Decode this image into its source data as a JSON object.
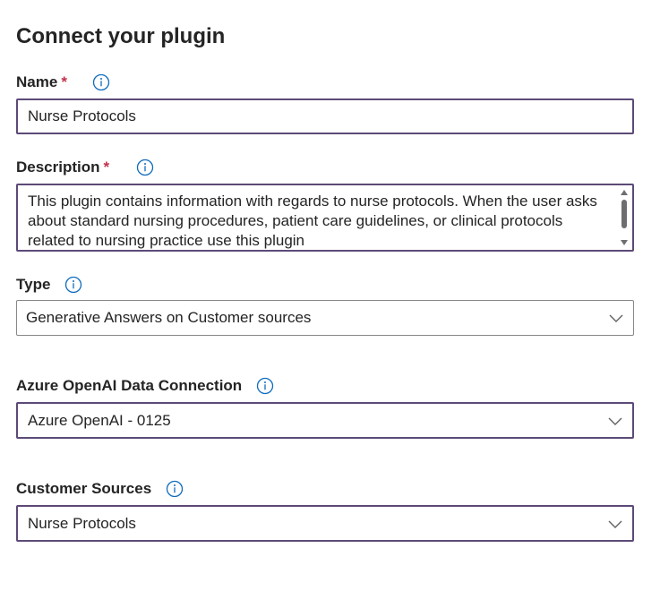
{
  "form": {
    "title": "Connect your plugin",
    "name": {
      "label": "Name",
      "required_mark": "*",
      "value": "Nurse Protocols"
    },
    "description": {
      "label": "Description",
      "required_mark": "*",
      "value": "This plugin contains information with regards to nurse protocols. When the user asks about standard nursing procedures, patient care guidelines, or clinical protocols related to nursing practice use this plugin"
    },
    "type": {
      "label": "Type",
      "selected": "Generative Answers on Customer sources"
    },
    "azure_connection": {
      "label": "Azure OpenAI Data Connection",
      "selected": "Azure OpenAI - 0125"
    },
    "customer_sources": {
      "label": "Customer Sources",
      "selected": "Nurse Protocols"
    }
  },
  "icons": {
    "info": "info-circle-icon",
    "dropdown": "chevron-down-icon"
  },
  "colors": {
    "accent_border": "#5c4a78",
    "required": "#c4314b",
    "info_icon": "#0f6cbd",
    "text": "#242424",
    "neutral_border": "#8a8886"
  }
}
